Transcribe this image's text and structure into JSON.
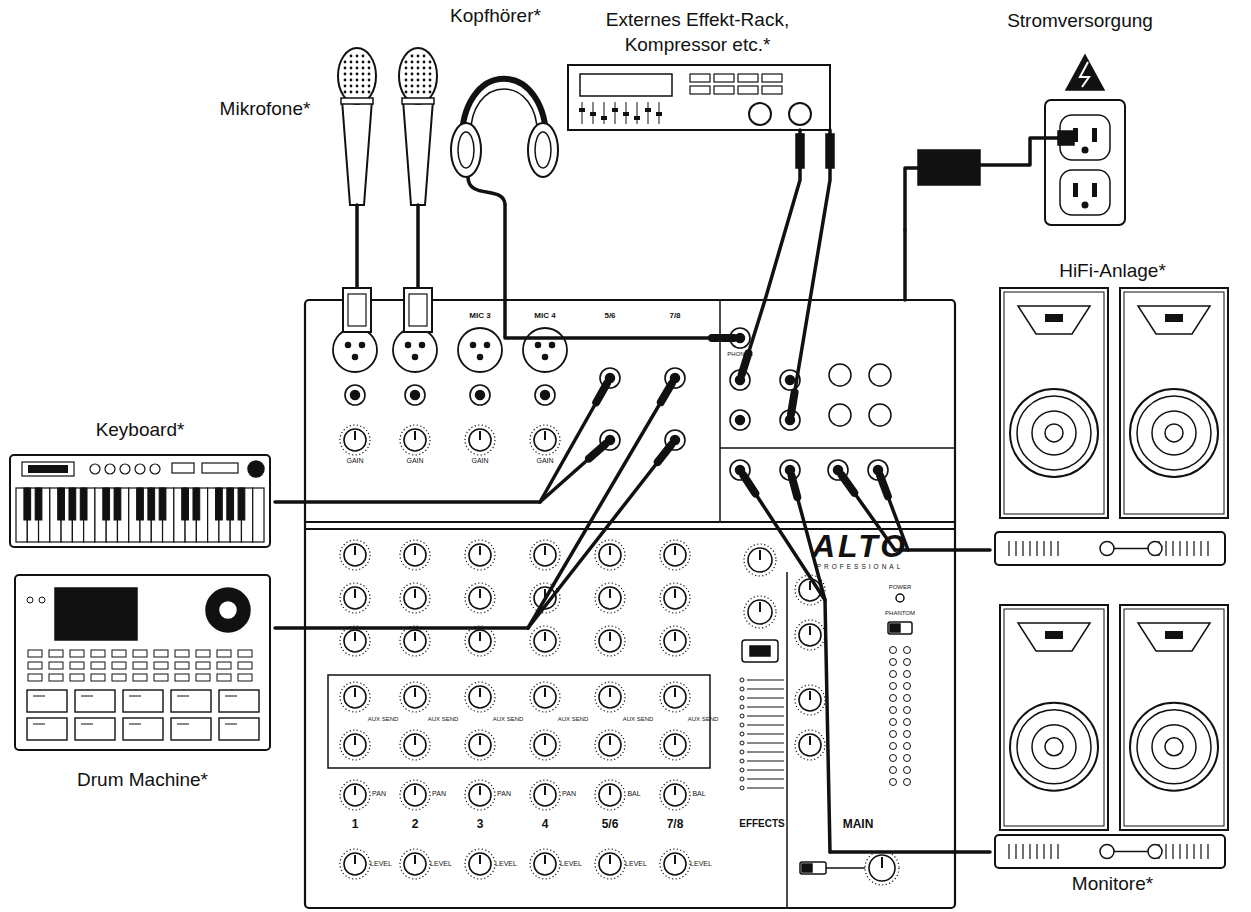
{
  "diagram": {
    "nodes": [
      {
        "text": [
          "Mikrofone*"
        ]
      },
      {
        "text": [
          "Kopfhörer*"
        ]
      },
      {
        "text": [
          "Externes Effekt-Rack, Kompressor etc.*"
        ]
      },
      {
        "text": [
          "Stromversorgung"
        ]
      },
      {
        "text": [
          "HiFi-Anlage*"
        ]
      },
      {
        "text": [
          "ALTO",
          "PROFESSIONAL"
        ]
      },
      {
        "text": [
          "Keyboard*"
        ]
      },
      {
        "text": [
          "Drum Machine*"
        ]
      },
      {
        "text": [
          "Monitore*"
        ]
      }
    ],
    "edges": [
      {
        "from": 0,
        "to": 5,
        "arrow": "none"
      },
      {
        "from": 1,
        "to": 5,
        "arrow": "none"
      },
      {
        "from": 2,
        "to": 5,
        "arrow": "none"
      },
      {
        "from": 3,
        "to": 5,
        "arrow": "none"
      },
      {
        "from": 6,
        "to": 5,
        "arrow": "none"
      },
      {
        "from": 7,
        "to": 5,
        "arrow": "none"
      },
      {
        "from": 5,
        "to": 4,
        "arrow": "none"
      },
      {
        "from": 5,
        "to": 8,
        "arrow": "none"
      }
    ],
    "labels": [
      "MIC 3",
      "MIC 4",
      "5/6",
      "7/8",
      "PHONES",
      "GAIN",
      "GAIN",
      "GAIN",
      "GAIN",
      "AUX SEND",
      "AUX SEND",
      "AUX SEND",
      "AUX SEND",
      "AUX SEND",
      "AUX SEND",
      "PAN",
      "PAN",
      "PAN",
      "PAN",
      "BAL",
      "BAL",
      "1",
      "2",
      "3",
      "4",
      "5/6",
      "7/8",
      "EFFECTS",
      "POWER",
      "PHANTOM",
      "MAIN",
      "LEVEL",
      "LEVEL",
      "LEVEL",
      "LEVEL",
      "LEVEL",
      "LEVEL"
    ]
  }
}
